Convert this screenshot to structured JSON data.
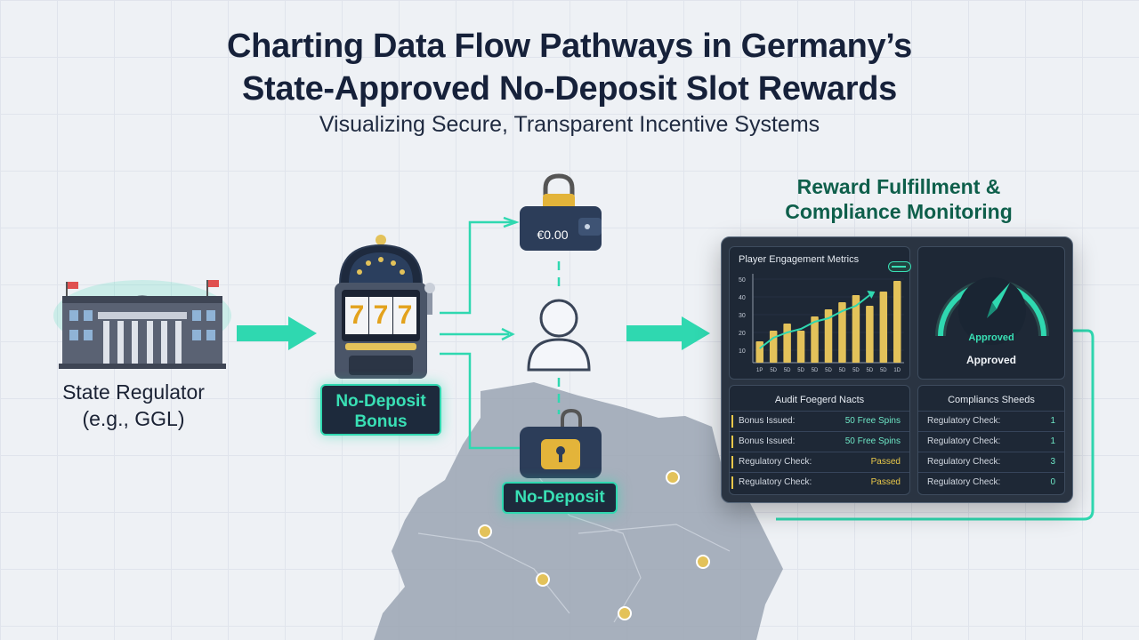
{
  "header": {
    "title_line1": "Charting Data Flow Pathways in Germany’s",
    "title_line2": "State-Approved No-Deposit Slot Rewards",
    "subtitle": "Visualizing Secure, Transparent Incentive Systems"
  },
  "regulator": {
    "label_line1": "State Regulator",
    "label_line2": "(e.g., GGL)"
  },
  "slot": {
    "reels": [
      "7",
      "7",
      "7"
    ],
    "bonus_label_line1": "No-Deposit",
    "bonus_label_line2": "Bonus"
  },
  "wallet": {
    "balance": "€0.00",
    "bottom_label": "No-Deposit"
  },
  "dashboard": {
    "heading_line1": "Reward Fulfillment &",
    "heading_line2": "Compliance Monitoring",
    "metrics_title": "Player Engagement Metrics",
    "gauge_label": "Approved",
    "gauge_caption": "Approved",
    "audit_title": "Audit Foegerd Nacts",
    "audit_rows": [
      {
        "key": "Bonus Issued:",
        "value": "50 Free Spins"
      },
      {
        "key": "Bonus Issued:",
        "value": "50 Free Spins"
      },
      {
        "key": "Regulatory Check:",
        "value": "Passed"
      },
      {
        "key": "Regulatory Check:",
        "value": "Passed"
      }
    ],
    "compliance_title": "Compliancs Sheeds",
    "compliance_rows": [
      {
        "key": "Regulatory Check:",
        "value": "1"
      },
      {
        "key": "Regulatory Check:",
        "value": "1"
      },
      {
        "key": "Regulatory Check:",
        "value": "3"
      },
      {
        "key": "Regulatory Check:",
        "value": "0"
      }
    ]
  },
  "chart_data": {
    "type": "bar",
    "title": "Player Engagement Metrics",
    "y_ticks": [
      "50",
      "40",
      "30",
      "20",
      "10"
    ],
    "categories": [
      "1P",
      "5D",
      "5D",
      "5D",
      "5D",
      "5D",
      "5D",
      "5D",
      "5D",
      "5D",
      "1D"
    ],
    "values": [
      12,
      18,
      22,
      18,
      26,
      30,
      34,
      38,
      32,
      40,
      46
    ],
    "ylim": [
      0,
      50
    ],
    "trend": [
      8,
      14,
      17,
      19,
      23,
      25,
      29,
      32,
      38
    ],
    "colors": {
      "bar": "#e3c25a",
      "trend": "#2fd8b0"
    }
  },
  "colors": {
    "accent": "#2fd8b0",
    "dark": "#1d2a3c",
    "gold": "#e3c25a"
  }
}
